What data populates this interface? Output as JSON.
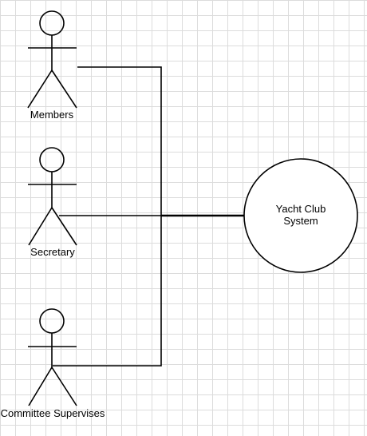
{
  "diagram": {
    "actors": [
      {
        "name": "Members"
      },
      {
        "name": "Secretary"
      },
      {
        "name": "Committee Supervises"
      }
    ],
    "system": {
      "line1": "Yacht Club",
      "line2": "System"
    }
  }
}
